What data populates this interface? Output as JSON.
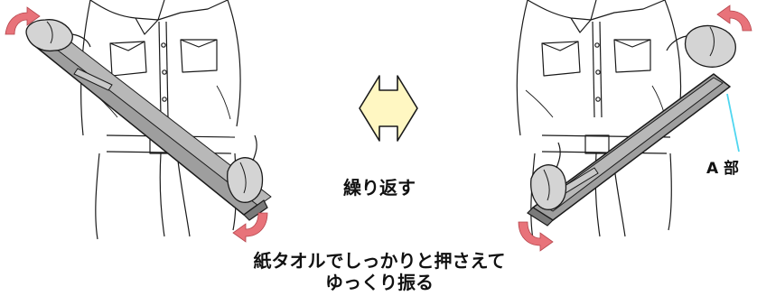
{
  "labels": {
    "repeat": "繰り返す",
    "part_a": "A 部",
    "instruction_line1": "紙タオルでしっかりと押さえて",
    "instruction_line2": "ゆっくり振る"
  },
  "colors": {
    "line": "#1a1a1a",
    "cartridge_body": "#9e9e9e",
    "cartridge_dark": "#7a7a7a",
    "glove": "#d4d4d4",
    "motion_arrow": "#e8737a",
    "repeat_arrow_fill": "#fff7c2",
    "leader_line": "#4fd6f0",
    "background": "#ffffff"
  },
  "icons": {
    "repeat_arrow": "double-headed-arrow-icon",
    "motion_arrow": "curved-rotation-arrow-icon"
  }
}
